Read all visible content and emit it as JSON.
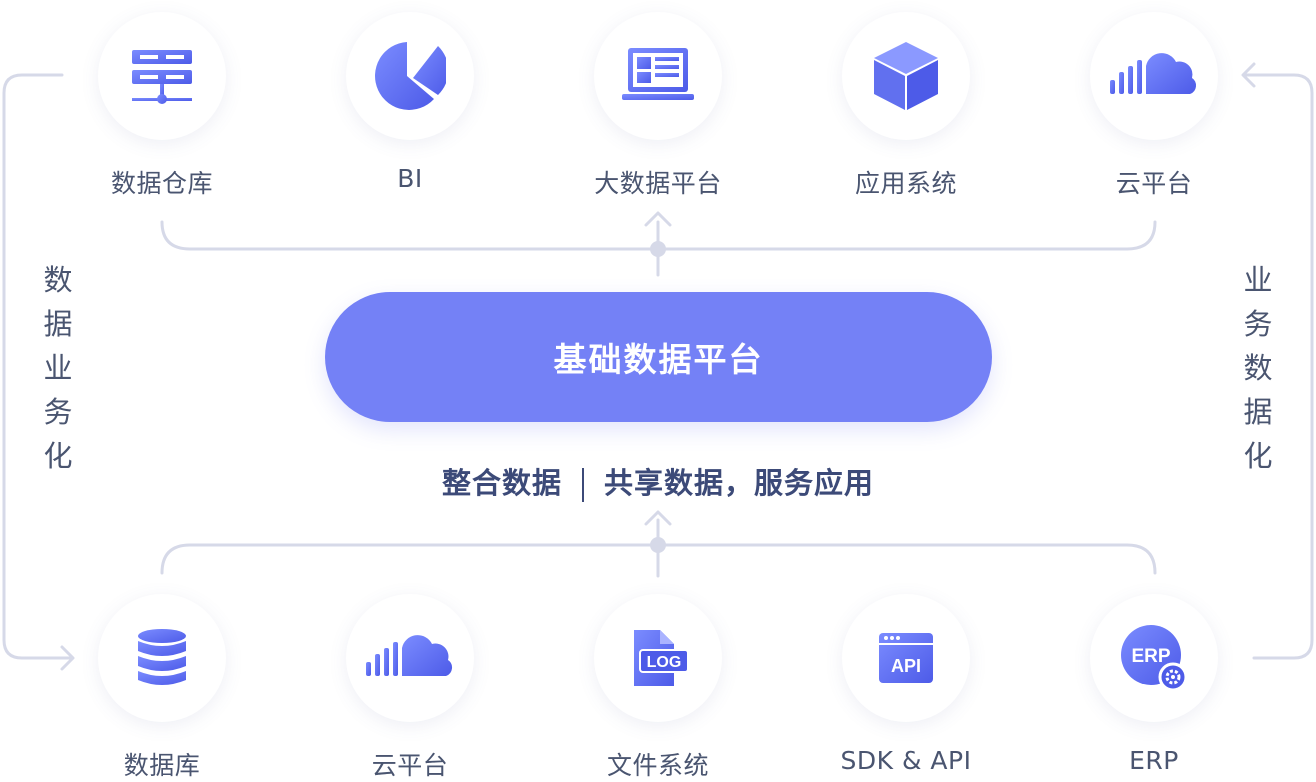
{
  "colors": {
    "accent": "#7481f6",
    "icon_gradient_start": "#7b8cff",
    "icon_gradient_end": "#4d5be8",
    "connector": "#d6d9e8",
    "text": "#4a5570"
  },
  "top_nodes": [
    {
      "label": "数据仓库",
      "icon": "server-rack-icon"
    },
    {
      "label": "BI",
      "icon": "pie-chart-icon"
    },
    {
      "label": "大数据平台",
      "icon": "laptop-dashboard-icon"
    },
    {
      "label": "应用系统",
      "icon": "cube-icon"
    },
    {
      "label": "云平台",
      "icon": "cloud-signal-icon"
    }
  ],
  "bottom_nodes": [
    {
      "label": "数据库",
      "icon": "database-icon"
    },
    {
      "label": "云平台",
      "icon": "cloud-signal-icon"
    },
    {
      "label": "文件系统",
      "icon": "log-file-icon",
      "icon_text": "LOG"
    },
    {
      "label": "SDK & API",
      "icon": "api-window-icon",
      "icon_text": "API"
    },
    {
      "label": "ERP",
      "icon": "erp-gear-icon",
      "icon_text": "ERP"
    }
  ],
  "center": {
    "title": "基础数据平台",
    "tagline_left": "整合数据",
    "tagline_right": "共享数据，服务应用"
  },
  "left_flow_label": "数据业务化",
  "right_flow_label": "业务数据化"
}
